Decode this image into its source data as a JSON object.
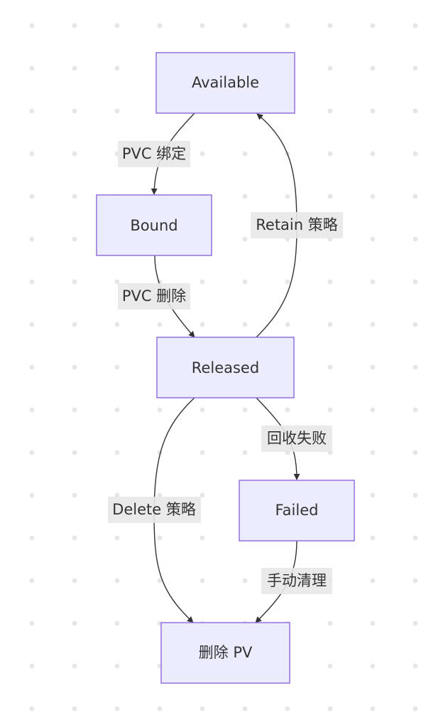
{
  "diagram": {
    "type": "state-flowchart",
    "direction": "top-down",
    "colors": {
      "node_fill": "#ececff",
      "node_border": "#9370db",
      "edge": "#333333",
      "label_bg": "#e8e8e8",
      "text": "#333333"
    },
    "nodes": [
      {
        "id": "available",
        "label": "Available"
      },
      {
        "id": "bound",
        "label": "Bound"
      },
      {
        "id": "released",
        "label": "Released"
      },
      {
        "id": "failed",
        "label": "Failed"
      },
      {
        "id": "delete_pv",
        "label": "删除 PV"
      }
    ],
    "edges": [
      {
        "from": "available",
        "to": "bound",
        "label": "PVC 绑定"
      },
      {
        "from": "bound",
        "to": "released",
        "label": "PVC 删除"
      },
      {
        "from": "released",
        "to": "available",
        "label": "Retain 策略"
      },
      {
        "from": "released",
        "to": "failed",
        "label": "回收失败"
      },
      {
        "from": "released",
        "to": "delete_pv",
        "label": "Delete 策略"
      },
      {
        "from": "failed",
        "to": "delete_pv",
        "label": "手动清理"
      }
    ]
  }
}
